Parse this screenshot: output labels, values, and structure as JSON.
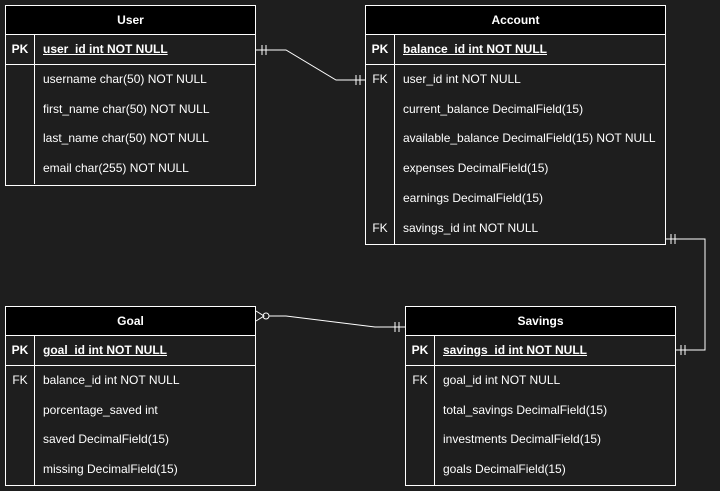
{
  "entities": {
    "user": {
      "title": "User",
      "rows": [
        {
          "key": "PK",
          "field": "user_id int NOT NULL"
        },
        {
          "key": "",
          "field": "username char(50) NOT NULL"
        },
        {
          "key": "",
          "field": "first_name char(50) NOT NULL"
        },
        {
          "key": "",
          "field": "last_name char(50) NOT NULL"
        },
        {
          "key": "",
          "field": "email char(255) NOT NULL"
        }
      ]
    },
    "account": {
      "title": "Account",
      "rows": [
        {
          "key": "PK",
          "field": "balance_id int NOT NULL"
        },
        {
          "key": "FK",
          "field": "user_id int NOT NULL"
        },
        {
          "key": "",
          "field": "current_balance DecimalField(15)"
        },
        {
          "key": "",
          "field": "available_balance DecimalField(15) NOT NULL"
        },
        {
          "key": "",
          "field": "expenses DecimalField(15)"
        },
        {
          "key": "",
          "field": "earnings DecimalField(15)"
        },
        {
          "key": "FK",
          "field": "savings_id int NOT NULL"
        }
      ]
    },
    "goal": {
      "title": "Goal",
      "rows": [
        {
          "key": "PK",
          "field": "goal_id int NOT NULL"
        },
        {
          "key": "FK",
          "field": "balance_id int NOT NULL"
        },
        {
          "key": "",
          "field": "porcentage_saved int"
        },
        {
          "key": "",
          "field": "saved DecimalField(15)"
        },
        {
          "key": "",
          "field": "missing DecimalField(15)"
        }
      ]
    },
    "savings": {
      "title": "Savings",
      "rows": [
        {
          "key": "PK",
          "field": "savings_id int NOT NULL"
        },
        {
          "key": "FK",
          "field": "goal_id int NOT NULL"
        },
        {
          "key": "",
          "field": "total_savings DecimalField(15)"
        },
        {
          "key": "",
          "field": "investments DecimalField(15)"
        },
        {
          "key": "",
          "field": "goals DecimalField(15)"
        }
      ]
    }
  },
  "relationships": [
    {
      "from": "user.user_id",
      "to": "account.user_id",
      "from_end": "one-and-only-one",
      "to_end": "one-and-only-one"
    },
    {
      "from": "account.savings_id",
      "to": "savings.savings_id",
      "from_end": "one-and-only-one",
      "to_end": "one-and-only-one"
    },
    {
      "from": "goal.goal_id",
      "to": "savings.savings_id",
      "from_end": "zero-or-many",
      "to_end": "one-and-only-one"
    }
  ],
  "colors": {
    "background": "#1e1e1e",
    "header": "#000000",
    "line": "#ffffff",
    "text": "#ffffff"
  }
}
